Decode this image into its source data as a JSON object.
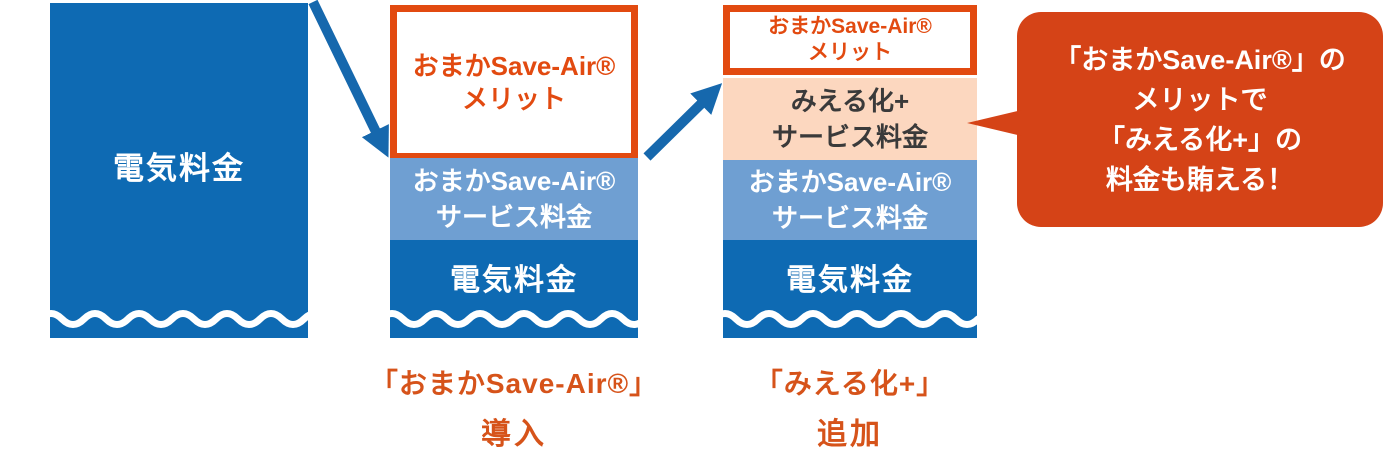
{
  "colors": {
    "dark_blue": "#0e6ab3",
    "light_blue": "#6f9fd2",
    "peach": "#fcd7bf",
    "merit_orange": "#e24a10",
    "bubble_orange": "#d54317",
    "caption_orange": "#d6531a"
  },
  "left_column": {
    "electric_label": "電気料金"
  },
  "middle_column": {
    "merit_line1": "おまかSave-Air®",
    "merit_line2": "メリット",
    "service_line1": "おまかSave-Air®",
    "service_line2": "サービス料金",
    "electric_label": "電気料金",
    "caption_line1": "「おまかSave-Air®」",
    "caption_line2": "導入"
  },
  "right_column": {
    "merit_line1": "おまかSave-Air®",
    "merit_line2": "メリット",
    "mieruka_line1": "みえる化+",
    "mieruka_line2": "サービス料金",
    "service_line1": "おまかSave-Air®",
    "service_line2": "サービス料金",
    "electric_label": "電気料金",
    "caption_line1": "「みえる化+」",
    "caption_line2": "追加"
  },
  "callout": {
    "line1": "「おまかSave-Air®」の",
    "line2": "メリットで",
    "line3": "「みえる化+」の",
    "line4": "料金も賄える！"
  }
}
